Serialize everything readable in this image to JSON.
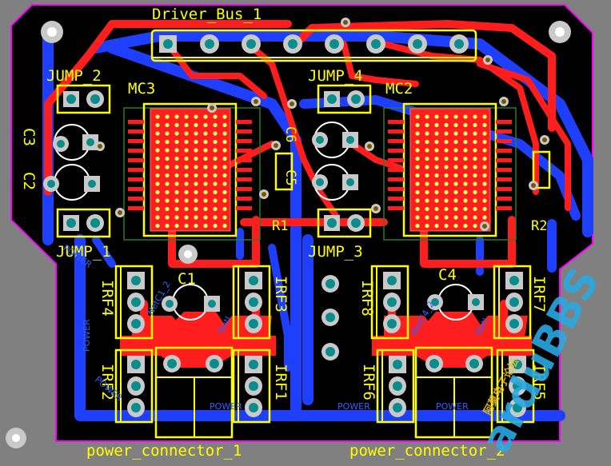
{
  "board": {
    "outline_color": "#ff00ff",
    "copper_top_color": "#ff1e1e",
    "copper_bottom_color": "#1f3fff",
    "silkscreen_color": "#ffff00",
    "background_color": "#808080",
    "board_fill_color": "#000000"
  },
  "labels": {
    "driver_bus": "Driver_Bus_1",
    "jump_1": "JUMP_1",
    "jump_2": "JUMP_2",
    "jump_3": "JUMP_3",
    "jump_4": "JUMP_4",
    "mc2": "MC2",
    "mc3": "MC3",
    "c1": "C1",
    "c2": "C2",
    "c3": "C3",
    "c4": "C4",
    "c5": "C5",
    "c6": "C6",
    "r1": "R1",
    "r2": "R2",
    "irf1": "IRF1",
    "irf2": "IRF2",
    "irf3": "IRF3",
    "irf4": "IRF4",
    "irf5": "IRF5",
    "irf6": "IRF6",
    "irf7": "IRF7",
    "irf8": "IRF8",
    "power_connector_1": "power_connector_1",
    "power_connector_2": "power_connector_2"
  },
  "net_labels": {
    "power": "POWER",
    "netc1": "NetC1_2",
    "netc4": "NetC4_2",
    "neti": "NetI"
  },
  "watermark": {
    "text": "arduBBS",
    "sub": "阿莫电子论坛"
  }
}
